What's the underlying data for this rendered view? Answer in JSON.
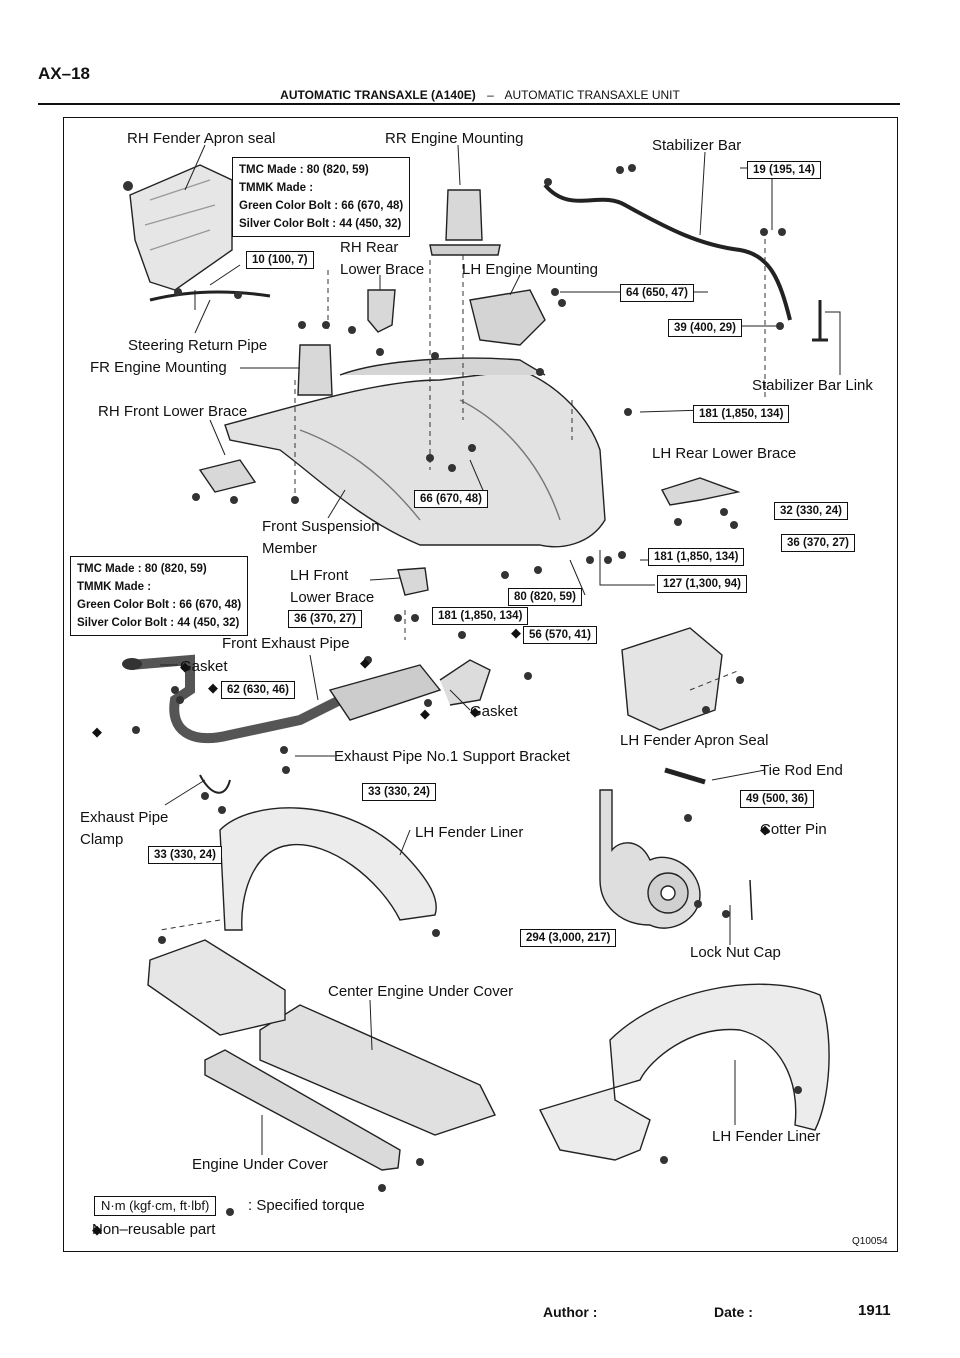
{
  "header": {
    "section_code": "AX–18",
    "title_left": "AUTOMATIC TRANSAXLE (A140E)",
    "title_sep": "–",
    "title_right": "AUTOMATIC TRANSAXLE UNIT"
  },
  "labels": {
    "rh_fender_apron_seal": "RH Fender Apron seal",
    "rr_engine_mounting": "RR Engine Mounting",
    "stabilizer_bar": "Stabilizer Bar",
    "rh_rear_lower_brace_1": "RH Rear",
    "rh_rear_lower_brace_2": "Lower Brace",
    "lh_engine_mounting": "LH Engine Mounting",
    "steering_return_pipe": "Steering Return Pipe",
    "fr_engine_mounting": "FR Engine Mounting",
    "stabilizer_bar_link": "Stabilizer Bar Link",
    "rh_front_lower_brace": "RH Front Lower Brace",
    "lh_rear_lower_brace": "LH Rear Lower Brace",
    "front_suspension_member_1": "Front Suspension",
    "front_suspension_member_2": "Member",
    "lh_front_lower_brace_1": "LH Front",
    "lh_front_lower_brace_2": "Lower Brace",
    "front_exhaust_pipe": "Front Exhaust Pipe",
    "gasket_left": "Gasket",
    "gasket_right": "Gasket",
    "lh_fender_apron_seal": "LH Fender Apron Seal",
    "exhaust_pipe_support_bracket": "Exhaust Pipe No.1 Support Bracket",
    "tie_rod_end": "Tie Rod End",
    "exhaust_pipe_clamp_1": "Exhaust Pipe",
    "exhaust_pipe_clamp_2": "Clamp",
    "lh_fender_liner_upper": "LH Fender Liner",
    "cotter_pin": "Cotter Pin",
    "lock_nut_cap": "Lock Nut Cap",
    "center_engine_under_cover": "Center Engine Under Cover",
    "lh_fender_liner_lower": "LH Fender Liner",
    "engine_under_cover": "Engine Under Cover"
  },
  "torques": {
    "t_10": "10 (100, 7)",
    "t_19": "19 (195, 14)",
    "t_64": "64 (650, 47)",
    "t_39": "39 (400, 29)",
    "t_181a": "181 (1,850, 134)",
    "t_66": "66 (670, 48)",
    "t_32": "32 (330, 24)",
    "t_36a": "36 (370, 27)",
    "t_181b": "181 (1,850, 134)",
    "t_127": "127 (1,300, 94)",
    "t_80": "80 (820, 59)",
    "t_36b": "36 (370, 27)",
    "t_181c": "181 (1,850, 134)",
    "t_56": "56 (570, 41)",
    "t_62": "62 (630, 46)",
    "t_33a": "33 (330, 24)",
    "t_49": "49 (500, 36)",
    "t_33b": "33 (330, 24)",
    "t_294": "294 (3,000, 217)"
  },
  "notes": {
    "upper": [
      "TMC Made : 80 (820, 59)",
      "TMMK Made :",
      "Green Color Bolt : 66 (670, 48)",
      "Silver Color Bolt : 44 (450, 32)"
    ],
    "lower": [
      "TMC Made : 80 (820, 59)",
      "TMMK Made :",
      "Green Color Bolt : 66 (670, 48)",
      "Silver Color Bolt : 44 (450, 32)"
    ]
  },
  "legend": {
    "unit_box": "N·m (kgf·cm, ft·lbf)",
    "unit_text": ": Specified torque",
    "nonreusable_text": "Non–reusable part",
    "diamond": "◆"
  },
  "figure_code": "Q10054",
  "footer": {
    "author": "Author :",
    "date": "Date :",
    "page": "1911"
  }
}
